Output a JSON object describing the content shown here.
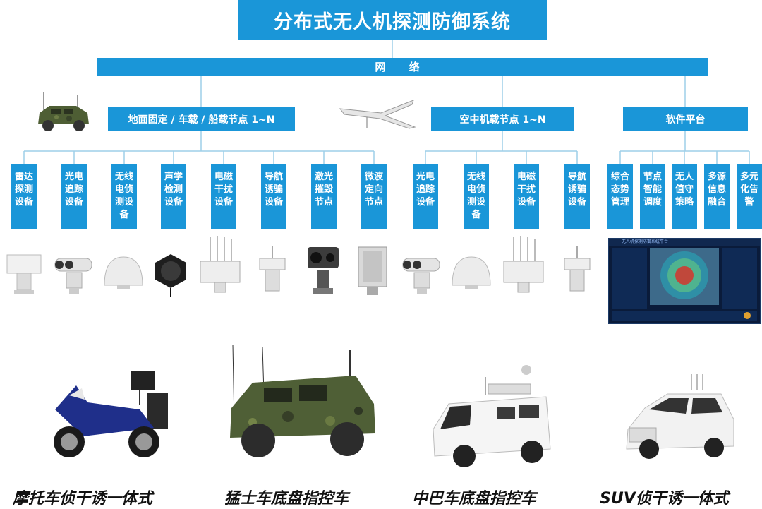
{
  "title": "分布式无人机探测防御系统",
  "network_label": "网 络",
  "groups": {
    "ground": "地面固定 / 车载 / 船载节点 1~N",
    "air": "空中机载节点 1~N",
    "software": "软件平台"
  },
  "ground_leaves": [
    "雷达探测设备",
    "光电追踪设备",
    "无线电侦测设备",
    "声学检测设备",
    "电磁干扰设备",
    "导航诱骗设备",
    "激光摧毁节点",
    "微波定向节点"
  ],
  "air_leaves": [
    "光电追踪设备",
    "无线电侦测设备",
    "电磁干扰设备",
    "导航诱骗设备"
  ],
  "software_leaves": [
    "综合态势管理",
    "节点智能调度",
    "无人值守策略",
    "多源信息融合",
    "多元化告警"
  ],
  "screen_header": "无人机探测防御系统平台",
  "captions": [
    "摩托车侦干诱一体式",
    "猛士车底盘指控车",
    "中巴车底盘指控车",
    "SUV侦干诱一体式"
  ],
  "colors": {
    "box": "#1a96d8",
    "line": "#9ecfe8"
  }
}
